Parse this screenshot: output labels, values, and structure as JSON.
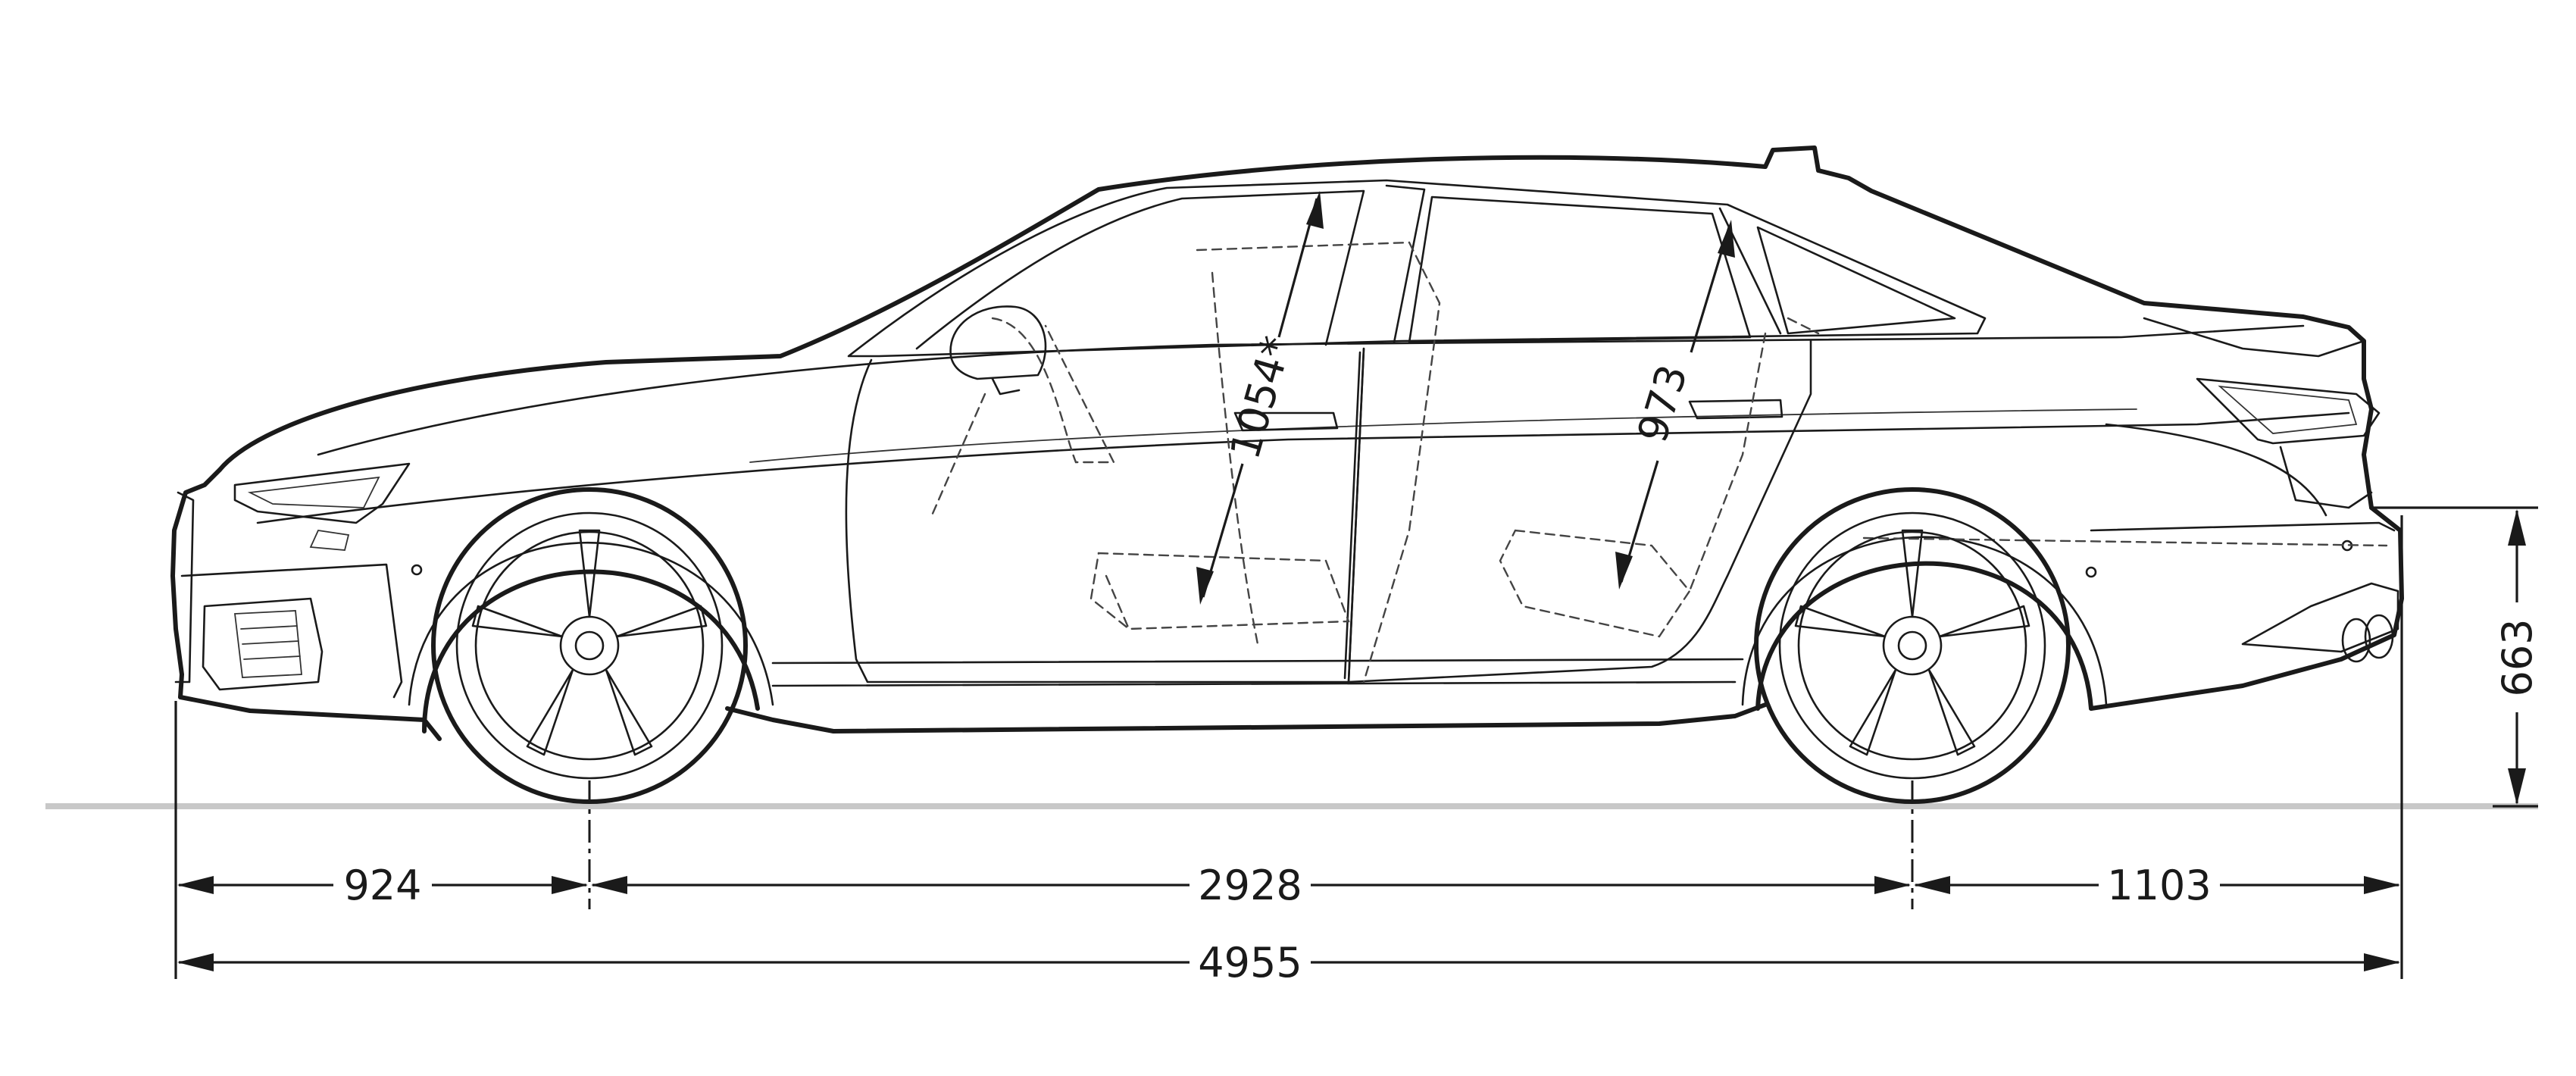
{
  "dimensions": {
    "front_overhang": "924",
    "wheelbase": "2928",
    "rear_overhang": "1103",
    "overall_length": "4955",
    "boot_sill_height": "663",
    "front_headroom": "1054*",
    "rear_headroom": "973"
  },
  "colors": {
    "line": "#1a1a1a",
    "ground": "#c8c8c8",
    "background": "#ffffff"
  }
}
